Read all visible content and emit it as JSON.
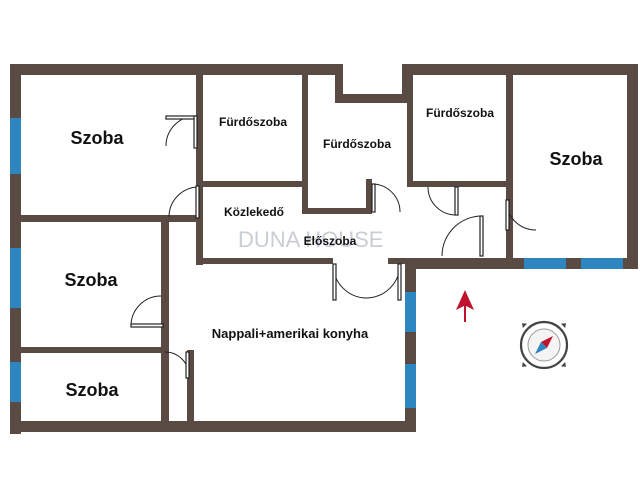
{
  "rooms": {
    "szoba_top_left": "Szoba",
    "furdo_1": "Fürdőszoba",
    "furdo_2": "Fürdőszoba",
    "furdo_3": "Fürdőszoba",
    "szoba_top_right": "Szoba",
    "kozlekedo": "Közlekedő",
    "eloszoba": "Előszoba",
    "szoba_mid_left": "Szoba",
    "nappali": "Nappali+amerikai konyha",
    "szoba_bottom_left": "Szoba"
  },
  "watermark": "DUNA HOUSE",
  "colors": {
    "wall": "#5a4a44",
    "window": "#2e86c1",
    "north_arrow": "#c0142c"
  },
  "icons": {
    "north_arrow": "arrow-up-icon",
    "compass": "compass-icon"
  }
}
